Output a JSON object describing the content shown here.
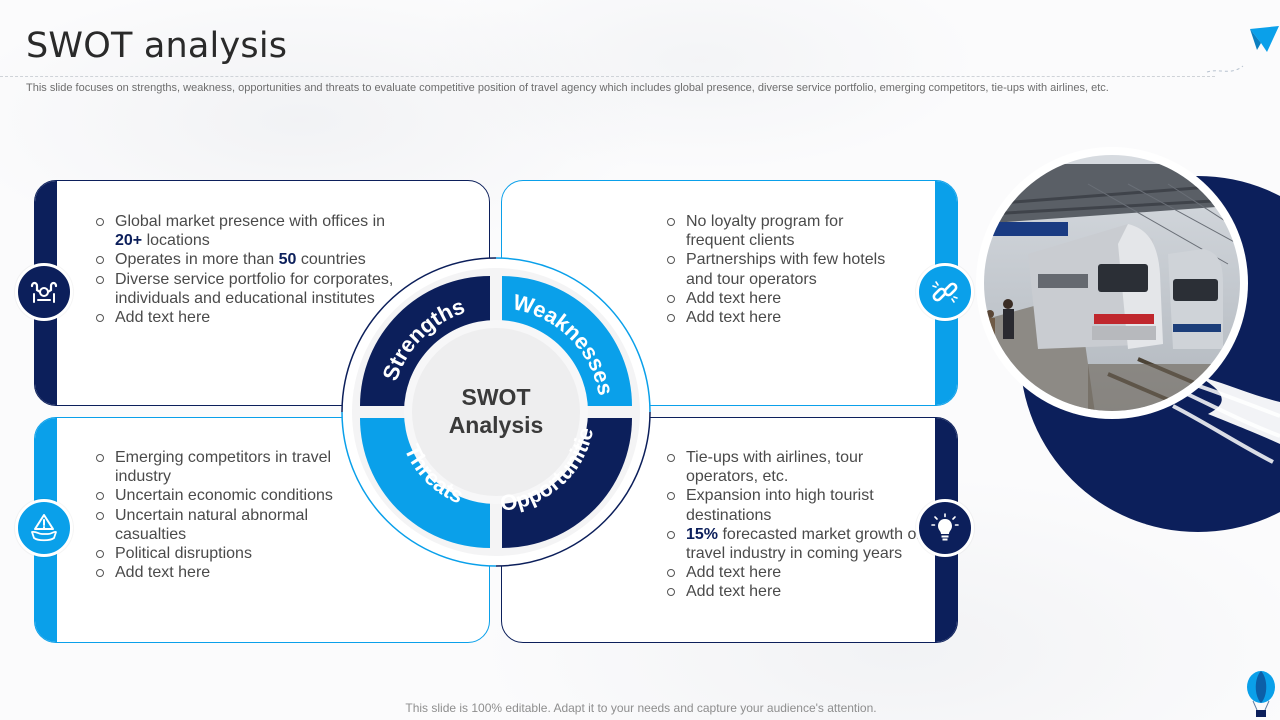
{
  "header": {
    "title": "SWOT analysis",
    "subtitle": "This slide focuses on strengths, weakness, opportunities and threats to evaluate competitive position of travel agency which includes global presence, diverse service portfolio, emerging competitors, tie-ups with airlines, etc."
  },
  "center": {
    "line1": "SWOT",
    "line2": "Analysis",
    "segments": {
      "strengths": "Strengths",
      "weaknesses": "Weaknesses",
      "threats": "Threats",
      "opportunities": "Opportunities"
    }
  },
  "strengths": {
    "icon": "strength-arms-icon",
    "items": [
      {
        "pre": "Global market presence with offices in ",
        "bold": "20+",
        "post": " locations"
      },
      {
        "pre": "Operates in more than ",
        "bold": "50",
        "post": " countries"
      },
      {
        "pre": "Diverse service portfolio for corporates, individuals and educational institutes",
        "bold": "",
        "post": ""
      },
      {
        "pre": "Add text here",
        "bold": "",
        "post": ""
      }
    ]
  },
  "weaknesses": {
    "icon": "broken-link-icon",
    "items": [
      {
        "pre": "No loyalty program for frequent clients",
        "bold": "",
        "post": ""
      },
      {
        "pre": "Partnerships with few hotels and tour operators",
        "bold": "",
        "post": ""
      },
      {
        "pre": "Add text here",
        "bold": "",
        "post": ""
      },
      {
        "pre": "Add text here",
        "bold": "",
        "post": ""
      }
    ]
  },
  "threats": {
    "icon": "warning-hand-icon",
    "items": [
      {
        "pre": "Emerging competitors in travel industry",
        "bold": "",
        "post": ""
      },
      {
        "pre": "Uncertain economic conditions",
        "bold": "",
        "post": ""
      },
      {
        "pre": "Uncertain natural abnormal casualties",
        "bold": "",
        "post": ""
      },
      {
        "pre": "Political disruptions",
        "bold": "",
        "post": ""
      },
      {
        "pre": "Add text here",
        "bold": "",
        "post": ""
      }
    ]
  },
  "opportunities": {
    "icon": "lightbulb-icon",
    "items": [
      {
        "pre": "Tie-ups with airlines, tour operators, etc.",
        "bold": "",
        "post": ""
      },
      {
        "pre": "Expansion into high tourist destinations",
        "bold": "",
        "post": ""
      },
      {
        "pre": "",
        "bold": "15%",
        "post": " forecasted market growth of travel industry in coming years"
      },
      {
        "pre": "Add text here",
        "bold": "",
        "post": ""
      },
      {
        "pre": "Add text here",
        "bold": "",
        "post": ""
      }
    ]
  },
  "footer": {
    "text": "This slide is 100% editable. Adapt it to your needs and capture your audience's attention."
  },
  "colors": {
    "navy": "#0c1f5b",
    "blue": "#0aa0ea",
    "center_fill": "#efeff0"
  }
}
